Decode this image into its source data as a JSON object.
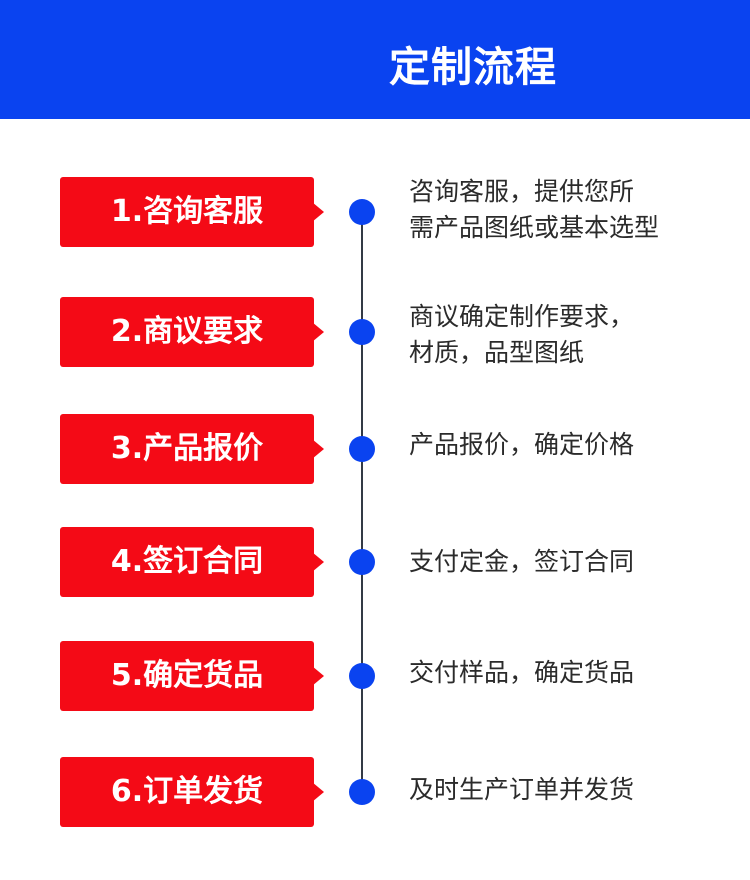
{
  "header": {
    "title": "定制流程"
  },
  "steps": [
    {
      "label": "1.咨询客服",
      "desc_lines": [
        "咨询客服，提供您所",
        "需产品图纸或基本选型"
      ]
    },
    {
      "label": "2.商议要求",
      "desc_lines": [
        "商议确定制作要求，",
        "材质，品型图纸"
      ]
    },
    {
      "label": "3.产品报价",
      "desc_lines": [
        "产品报价，确定价格"
      ]
    },
    {
      "label": "4.签订合同",
      "desc_lines": [
        "支付定金，签订合同"
      ]
    },
    {
      "label": "5.确定货品",
      "desc_lines": [
        "交付样品，确定货品"
      ]
    },
    {
      "label": "6.订单发货",
      "desc_lines": [
        "及时生产订单并发货"
      ]
    }
  ],
  "colors": {
    "header_bg": "#0a43f0",
    "badge_bg": "#f40a16",
    "dot": "#0a43f0"
  }
}
